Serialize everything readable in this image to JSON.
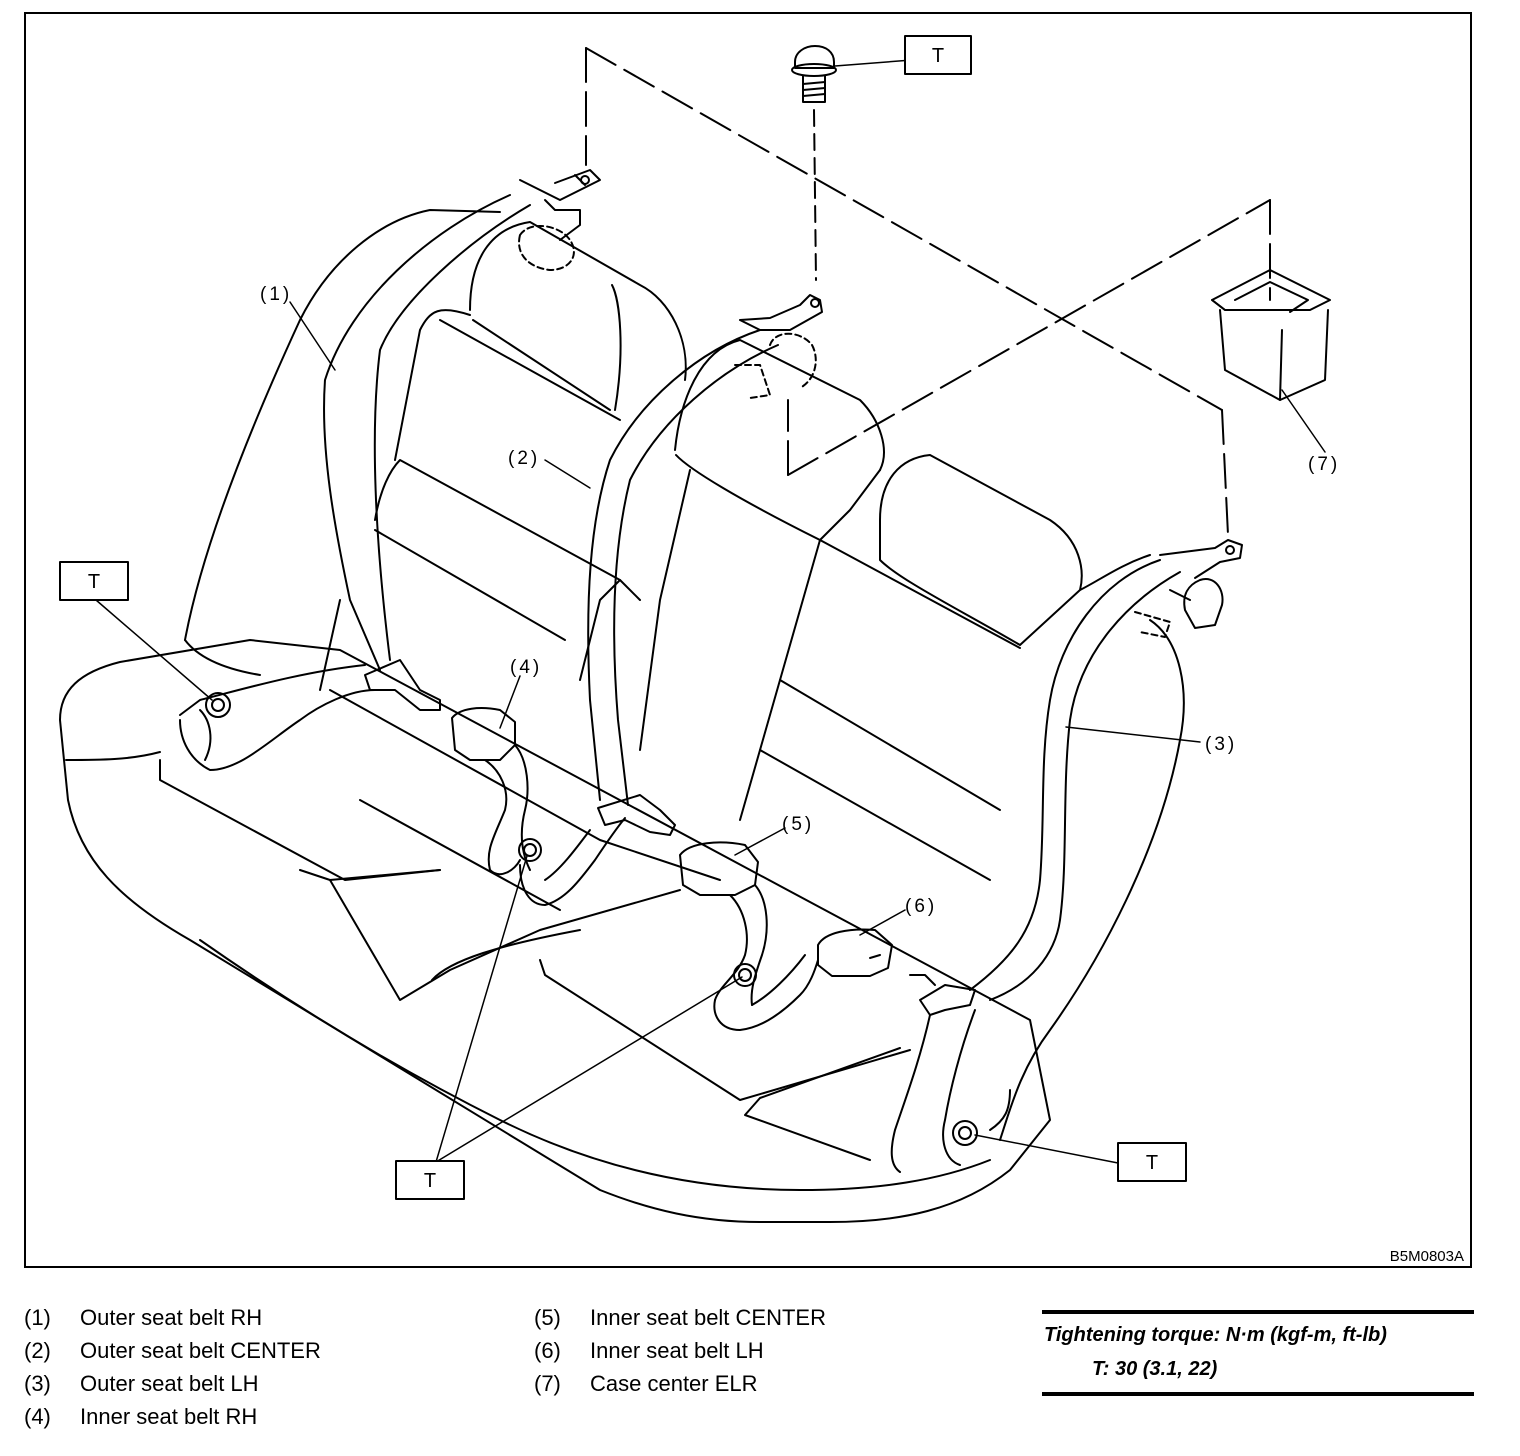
{
  "figure": {
    "code": "B5M0803A",
    "callouts": [
      "(1)",
      "(2)",
      "(3)",
      "(4)",
      "(5)",
      "(6)",
      "(7)"
    ],
    "torque_marker": "T"
  },
  "legend": [
    {
      "num": "(1)",
      "text": "Outer seat belt RH"
    },
    {
      "num": "(2)",
      "text": "Outer seat belt CENTER"
    },
    {
      "num": "(3)",
      "text": "Outer seat belt LH"
    },
    {
      "num": "(4)",
      "text": "Inner seat belt RH"
    },
    {
      "num": "(5)",
      "text": "Inner seat belt CENTER"
    },
    {
      "num": "(6)",
      "text": "Inner seat belt LH"
    },
    {
      "num": "(7)",
      "text": "Case center ELR"
    }
  ],
  "torque_spec": {
    "heading": "Tightening torque: N·m (kgf-m, ft-lb)",
    "value": "T: 30 (3.1, 22)"
  }
}
